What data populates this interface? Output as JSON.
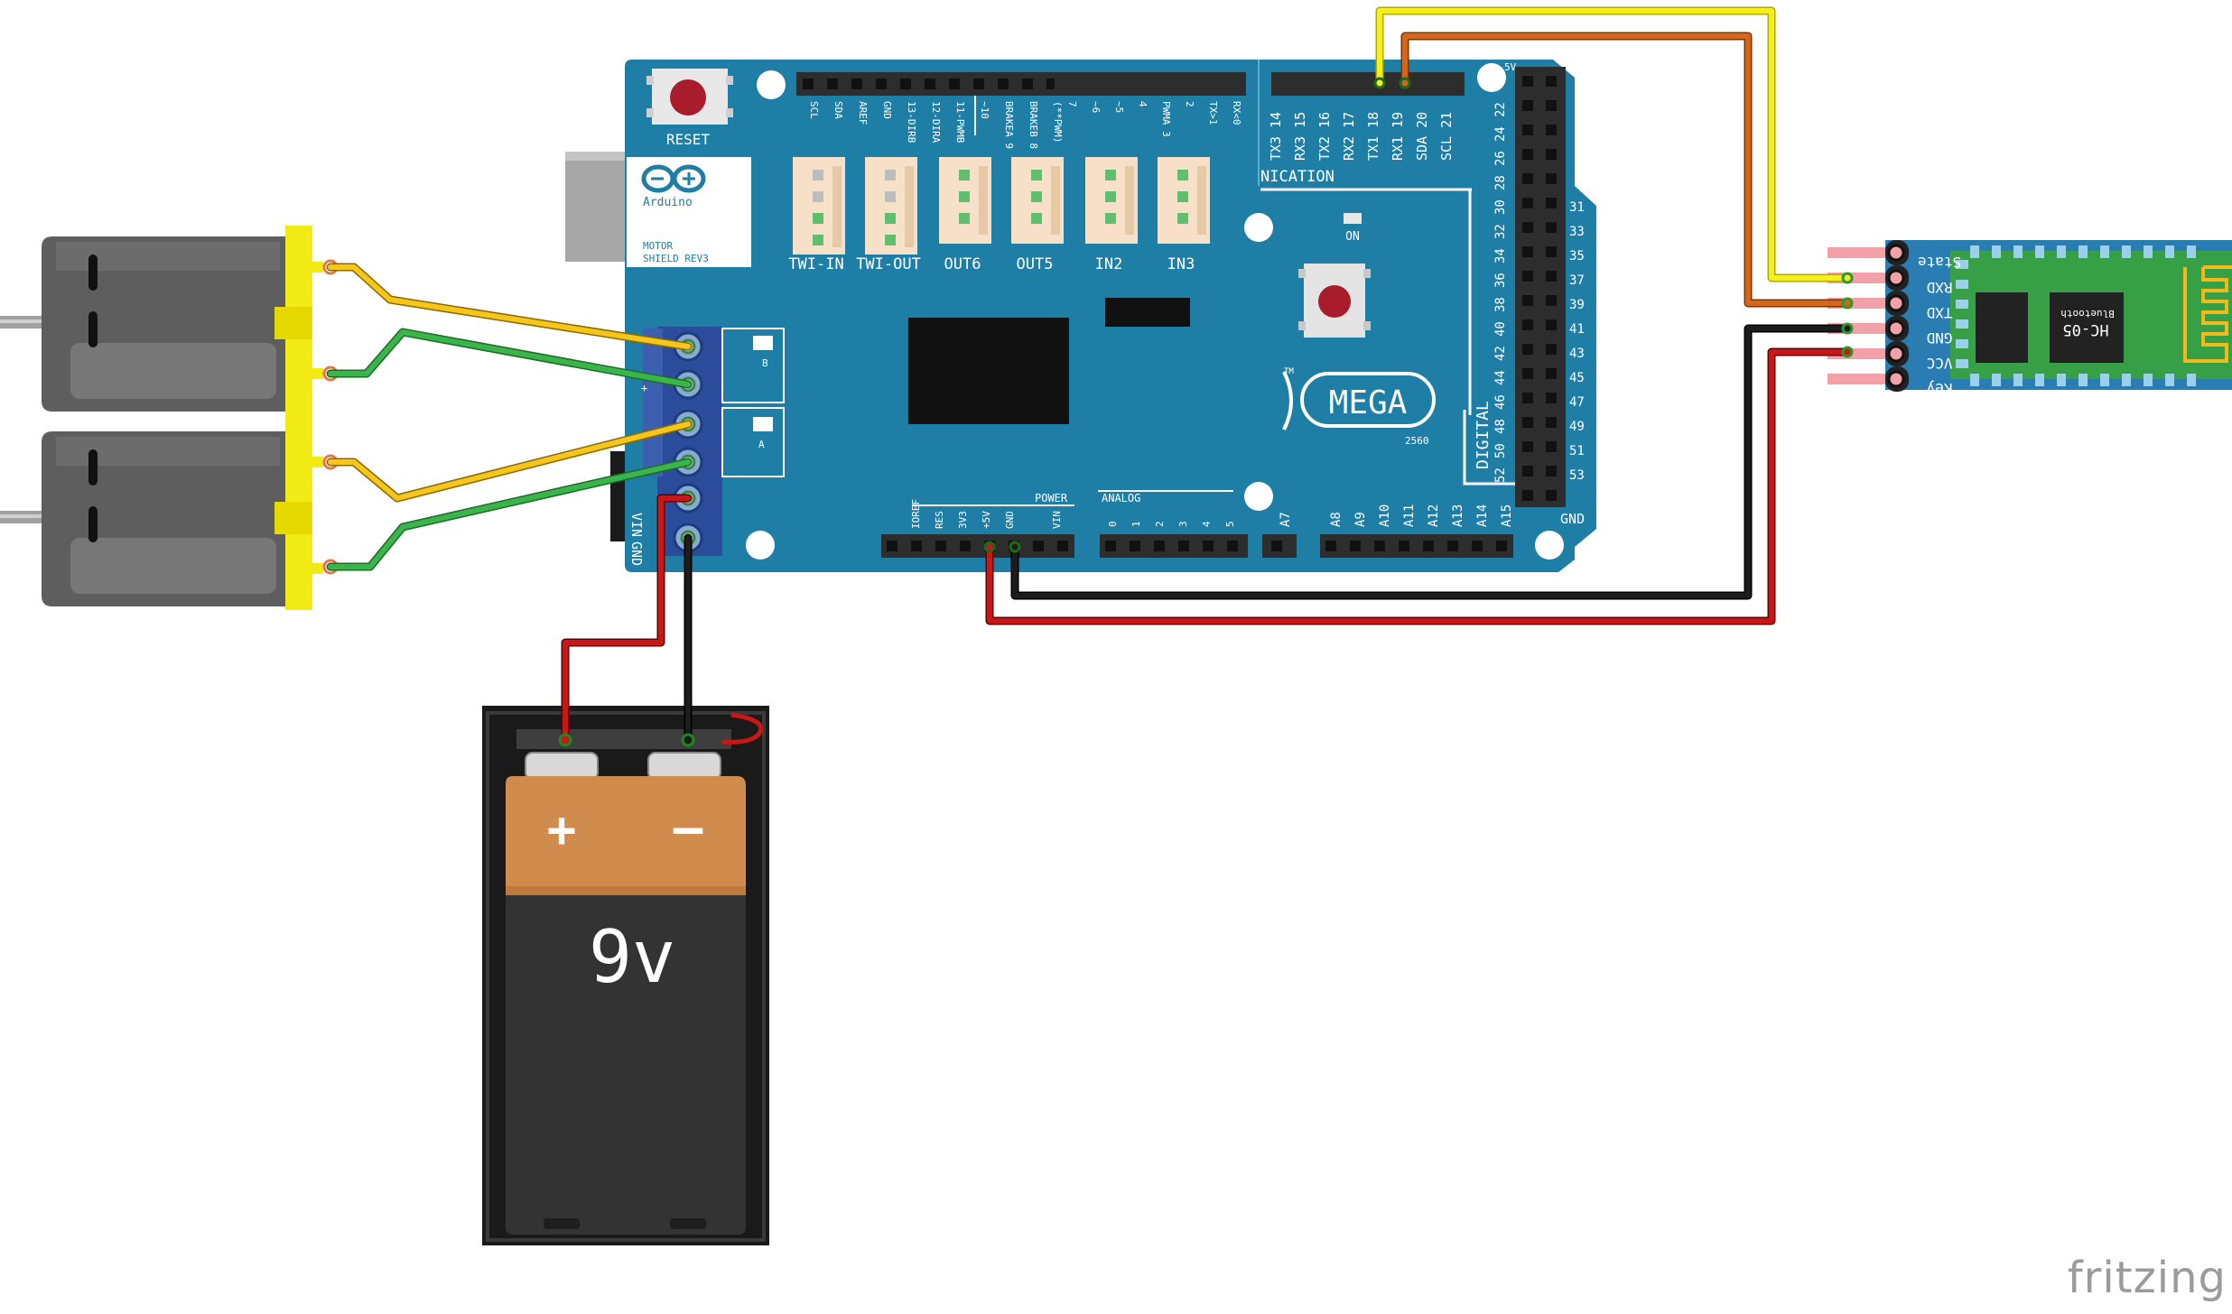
{
  "watermark": "fritzing",
  "board": {
    "reset_label": "RESET",
    "brand": "Arduino",
    "shield_line1": "MOTOR",
    "shield_line2": "SHIELD REV3",
    "mega_label": "MEGA",
    "model": "2560",
    "on_label": "ON",
    "tm": "TM",
    "comm_label": "NICATION",
    "digital_label": "DIGITAL",
    "power_label": "POWER",
    "analog_label": "ANALOG",
    "gnd_label": "GND",
    "fivev_label": "5V",
    "channel_b": "B",
    "channel_a": "A",
    "terminal_labels": [
      "VIN",
      "GND"
    ],
    "terminal_sign": "+",
    "connectors": [
      "TWI-IN",
      "TWI-OUT",
      "OUT6",
      "OUT5",
      "IN2",
      "IN3"
    ],
    "top_left_pins": [
      "SCL",
      "SDA",
      "AREF",
      "GND",
      "13-DIRB",
      "12-DIRA",
      "11-PWMB",
      "~10",
      "BRAKEA 9",
      "BRAKEB 8",
      "(**PWM)"
    ],
    "top_mid_pins": [
      "7",
      "~6",
      "~5",
      "4",
      "PWMA 3",
      "2",
      "TX>1",
      "RX<0"
    ],
    "comm_pins": [
      "TX3 14",
      "RX3 15",
      "TX2 16",
      "RX2 17",
      "TX1 18",
      "RX1 19",
      "SDA 20",
      "SCL 21"
    ],
    "header_left": [
      "22",
      "24",
      "26",
      "28",
      "30",
      "32",
      "34",
      "36",
      "38",
      "40",
      "42",
      "44",
      "46",
      "48",
      "50",
      "52"
    ],
    "header_right": [
      "31",
      "33",
      "35",
      "37",
      "39",
      "41",
      "43",
      "45",
      "47",
      "49",
      "51",
      "53"
    ],
    "power_pins": [
      "IOREF",
      "RES",
      "3V3",
      "+5V",
      "GND",
      "",
      "VIN"
    ],
    "analog_pins": [
      "0",
      "1",
      "2",
      "3",
      "4",
      "5"
    ],
    "analog_high": [
      "A8",
      "A9",
      "A10",
      "A11",
      "A12",
      "A13",
      "A14",
      "A15"
    ],
    "a7": "A7"
  },
  "battery": {
    "voltage": "9v",
    "plus": "+",
    "minus": "–"
  },
  "bluetooth": {
    "model": "HC-05",
    "brand": "Bluetooth",
    "pins": [
      "State",
      "RXD",
      "TXD",
      "GND",
      "VCC",
      "Key"
    ]
  },
  "colors": {
    "board": "#1e7ea5",
    "board_dark": "#176a8c",
    "header": "#2d2d2d",
    "wire_yellow": "#f5ef1a",
    "wire_orange": "#d6671a",
    "wire_black": "#1c1c1c",
    "wire_red": "#c91616",
    "wire_motor_yellow": "#f7c61a",
    "wire_motor_green": "#39b54a",
    "motor": "#5a5a5a",
    "motor_cap": "#f2ea14",
    "battery_top": "#d08c4d",
    "battery_body": "#333333",
    "bt_board": "#2a7db3",
    "bt_green": "#37a046"
  }
}
